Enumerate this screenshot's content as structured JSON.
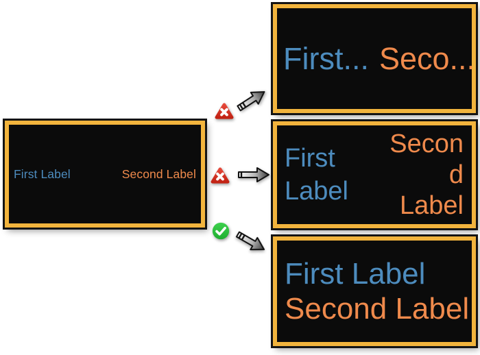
{
  "diagram": {
    "source_panel": {
      "first_label": "First Label",
      "second_label": "Second Label"
    },
    "truncated_panel": {
      "first_label": "First...",
      "second_label": "Seco..."
    },
    "wrapped_panel": {
      "first_line1": "First",
      "first_line2": "Label",
      "second_line1": "Secon",
      "second_line2": "d",
      "second_line3": "Label"
    },
    "stacked_panel": {
      "first_label": "First Label",
      "second_label": "Second Label"
    },
    "badges": {
      "top": "error-x-triangle",
      "middle": "error-x-triangle",
      "bottom": "success-check-circle"
    },
    "colors": {
      "first_label_blue": "#4d8cbe",
      "second_label_orange": "#ef8a4c",
      "panel_border_gold": "#f2b43d",
      "panel_background": "#0b0b0b",
      "error_red": "#db3425",
      "success_green": "#2fc340"
    }
  }
}
